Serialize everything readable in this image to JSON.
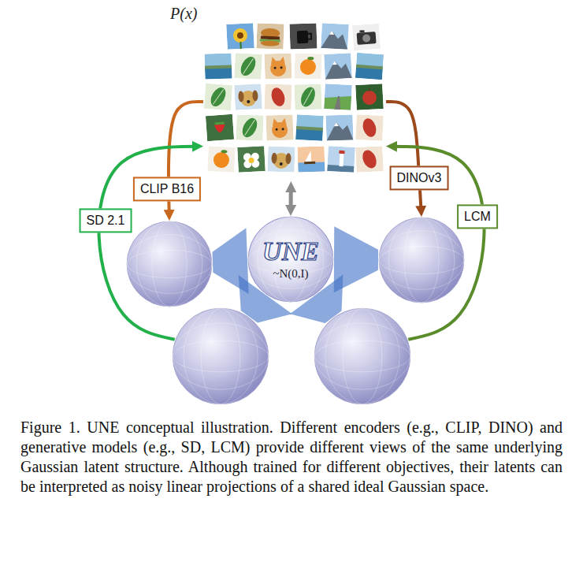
{
  "diagram": {
    "caption": "Figure 1. UNE conceptual illustration. Different encoders (e.g., CLIP, DINO) and generative models (e.g., SD, LCM) provide different views of the same underlying Gaussian latent structure. Although trained for different objectives, their latents can be interpreted as noisy linear projections of a shared ideal Gaussian space.",
    "nodes": [
      {
        "text": [
          "P(x)"
        ]
      },
      {
        "text": []
      },
      {
        "text": [
          "UNE",
          "~N(0,I)"
        ]
      },
      {
        "text": []
      },
      {
        "text": []
      },
      {
        "text": []
      }
    ],
    "edges": [
      {
        "from": 0,
        "to": 1,
        "arrow": "to",
        "label": "CLIP B16"
      },
      {
        "from": 0,
        "to": 3,
        "arrow": "to",
        "label": "DINOv3"
      },
      {
        "from": 4,
        "to": 0,
        "arrow": "to",
        "label": "SD 2.1"
      },
      {
        "from": 5,
        "to": 0,
        "arrow": "to",
        "label": "LCM"
      },
      {
        "from": 2,
        "to": 0,
        "arrow": "both"
      },
      {
        "from": 2,
        "to": 1,
        "arrow": "none"
      },
      {
        "from": 2,
        "to": 3,
        "arrow": "none"
      },
      {
        "from": 2,
        "to": 4,
        "arrow": "none"
      },
      {
        "from": 2,
        "to": 5,
        "arrow": "none"
      }
    ]
  }
}
